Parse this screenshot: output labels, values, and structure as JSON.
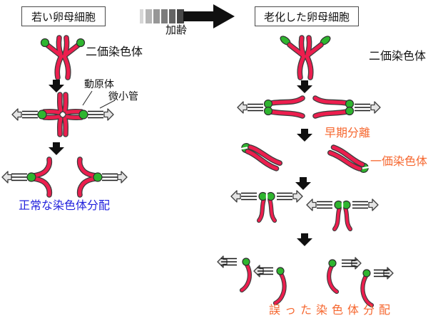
{
  "header": {
    "young_box": "若い卵母細胞",
    "aged_box": "老化した卵母細胞",
    "aging_arrow": "加齢"
  },
  "left_panel": {
    "bivalent_label": "二価染色体",
    "kinetochore_label": "動原体",
    "microtubule_label": "微小管",
    "outcome_label": "正常な染色体分配"
  },
  "right_panel": {
    "bivalent_label": "二価染色体",
    "early_separation_label": "早期分離",
    "univalent_label": "一価染色体",
    "outcome_label": "誤った染色体分配"
  },
  "colors": {
    "chromosome_red": "#ec1e4e",
    "kinetochore_green": "#2fb52f",
    "normal_text_blue": "#2222dd",
    "error_text_orange": "#f6672f",
    "aging_gradient": [
      "#d6d6d6",
      "#b5b5b5",
      "#979797",
      "#7c7c7c",
      "#646464",
      "#474747"
    ]
  }
}
